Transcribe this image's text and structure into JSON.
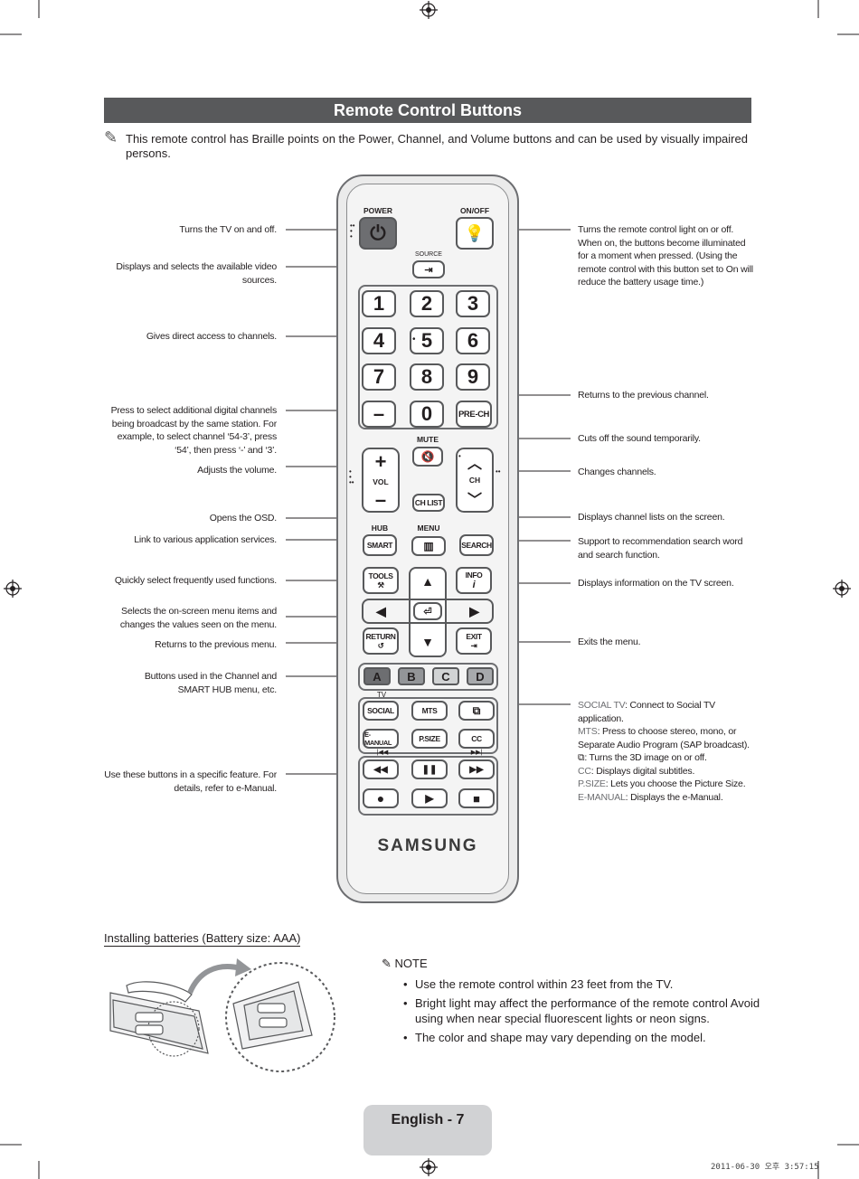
{
  "section_title": "Remote Control Buttons",
  "intro": "This remote control has Braille points on the Power, Channel, and Volume buttons and can be used by visually impaired persons.",
  "left_annotations": [
    "Turns the TV on and off.",
    "Displays and selects the available video sources.",
    "Gives direct access to channels.",
    "Press to select additional digital channels being broadcast by the same station. For example, to select channel ‘54-3’, press ‘54’, then press ‘-’ and ‘3’.",
    "Adjusts the volume.",
    "Opens the OSD.",
    "Link to various application services.",
    "Quickly select frequently used functions.",
    "Selects the on-screen menu items and changes the values seen on the menu.",
    "Returns to the previous menu.",
    "Use these buttons in a specific feature. For details, refer to e-Manual."
  ],
  "colorbtn_annotation": {
    "pre": "Buttons used in the ",
    "b1": "Channel",
    "mid": " and",
    "b2": "SMART HUB",
    "post": " menu, etc."
  },
  "right_annotations": [
    "Turns the remote control light on or off. When on, the buttons become illuminated for a moment when pressed. (Using the remote control with this button set to On will reduce the battery usage time.)",
    "Returns to the previous channel.",
    "Cuts off the sound temporarily.",
    "Changes channels.",
    "Displays channel lists on the screen.",
    "Support to recommendation search word and search function.",
    "Displays information on the TV screen.",
    "Exits the menu."
  ],
  "feature_desc": {
    "social_label": "SOCIAL TV",
    "social_text": ": Connect to ",
    "social_bold": "Social TV",
    "social_tail": "application.",
    "mts_label": "MTS",
    "mts_text": ": Press to choose stereo, mono, or Separate Audio Program (SAP broadcast).",
    "threed_text": ": Turns the 3D image on or off.",
    "cc_label": "CC",
    "cc_text": ": Displays digital subtitles.",
    "psize_label": "P.SIZE",
    "psize_text": ": Lets you choose the ",
    "psize_bold": "Picture Size",
    "psize_tail": ".",
    "emanual_label": "E-MANUAL",
    "emanual_text": ": Displays the ",
    "emanual_bold": "e-Manual",
    "emanual_tail": "."
  },
  "remote": {
    "power_label": "POWER",
    "onoff_label": "ON/OFF",
    "source_label": "SOURCE",
    "numbers": [
      "1",
      "2",
      "3",
      "4",
      "5",
      "6",
      "7",
      "8",
      "9"
    ],
    "dash": "–",
    "zero": "0",
    "prech": "PRE-CH",
    "mute_label": "MUTE",
    "vol_plus": "+",
    "vol_label": "VOL",
    "vol_minus": "–",
    "ch_label": "CH",
    "chlist": "CH LIST",
    "hub_label": "HUB",
    "menu_label": "MENU",
    "smart": "SMART",
    "search": "SEARCH",
    "tools": "TOOLS",
    "info": "INFO",
    "info_i": "i",
    "return_label": "RETURN",
    "exit_label": "EXIT",
    "colors": [
      "A",
      "B",
      "C",
      "D"
    ],
    "color_fills": [
      "#6d6e71",
      "#939598",
      "#d1d3d4",
      "#a7a9ac"
    ],
    "tv_label": "TV",
    "social": "SOCIAL",
    "mts": "MTS",
    "emanual": "E-MANUAL",
    "psize": "P.SIZE",
    "cc": "CC",
    "rew": "◀◀",
    "pause": "❚❚",
    "ff": "▶▶",
    "rec": "●",
    "play": "▶",
    "stop": "■",
    "skip_back": "|◀◀",
    "skip_fwd": "▶▶|",
    "up": "▲",
    "down": "▼",
    "left": "◀",
    "right": "▶",
    "brand": "SAMSUNG"
  },
  "batteries_title": "Installing batteries (Battery size: AAA)",
  "note_title": "NOTE",
  "notes": [
    "Use the remote control within 23 feet from the TV.",
    "Bright light may affect the performance of the remote control Avoid using when near special fluorescent lights or neon signs.",
    "The color and shape may vary depending on the model."
  ],
  "page_label": "English - 7",
  "timestamp": "2011-06-30   오후 3:57:15"
}
